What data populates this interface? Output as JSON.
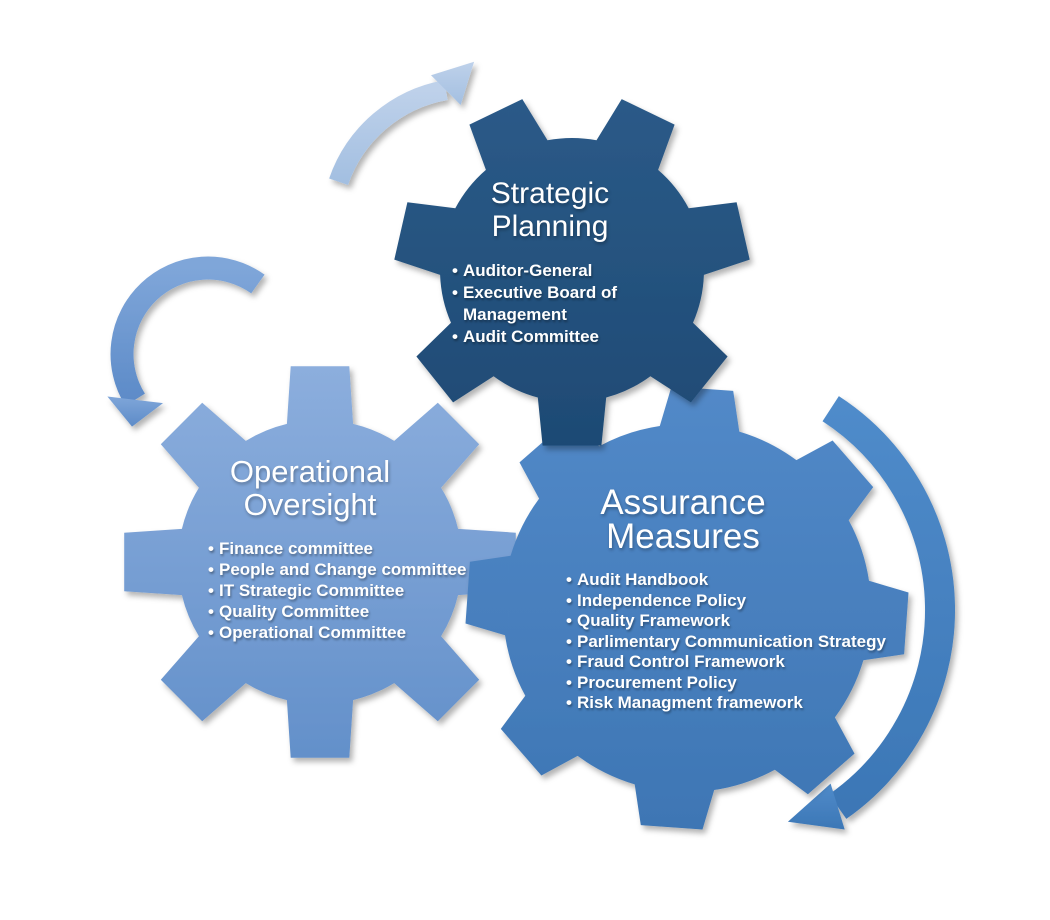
{
  "diagram": {
    "background": "#ffffff",
    "text_color": "#ffffff",
    "gears": [
      {
        "name": "strategic-planning",
        "title": "Strategic Planning",
        "title_lines": [
          "Strategic",
          "Planning"
        ],
        "items": [
          "Auditor-General",
          "Executive Board of Management",
          "Audit Committee"
        ],
        "color_top": "#2b5a88",
        "color_bottom": "#1e4a74"
      },
      {
        "name": "operational-oversight",
        "title": "Operational Oversight",
        "title_lines": [
          "Operational",
          "Oversight"
        ],
        "items": [
          "Finance committee",
          "People and Change committee",
          "IT Strategic Committee",
          "Quality Committee",
          "Operational Committee"
        ],
        "color_top": "#8caedd",
        "color_bottom": "#6390ca"
      },
      {
        "name": "assurance-measures",
        "title": "Assurance Measures",
        "title_lines": [
          "Assurance",
          "Measures"
        ],
        "items": [
          "Audit Handbook",
          "Independence Policy",
          "Quality Framework",
          "Parlimentary Communication Strategy",
          "Fraud Control Framework",
          "Procurement Policy",
          "Risk Managment framework"
        ],
        "color_top": "#5289c8",
        "color_bottom": "#3e76b4"
      }
    ],
    "arrows": [
      {
        "name": "curved-arrow-top",
        "color_top": "#bed1ea",
        "color_bottom": "#a3bfe1"
      },
      {
        "name": "curved-arrow-left",
        "color_top": "#7fa6d9",
        "color_bottom": "#5d8bc8"
      },
      {
        "name": "curved-arrow-right",
        "color_top": "#4f8bca",
        "color_bottom": "#3c77b6"
      }
    ]
  }
}
